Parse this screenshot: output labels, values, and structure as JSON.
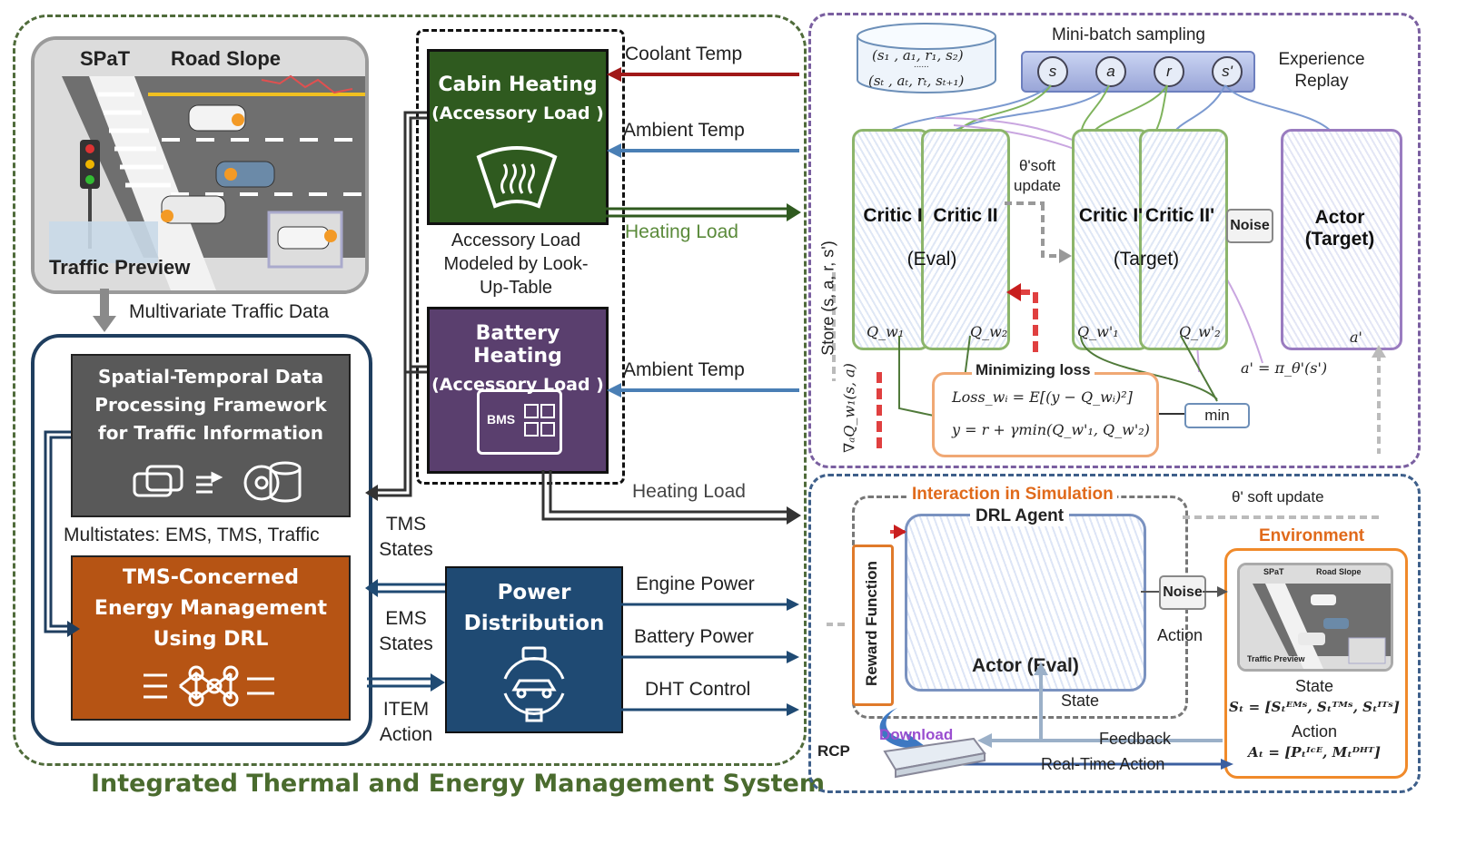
{
  "system_title": "Integrated Thermal and Energy Management System",
  "traffic_preview": {
    "spat": "SPaT",
    "road_slope": "Road Slope",
    "caption": "Traffic Preview",
    "multivariate": "Multivariate Traffic Data"
  },
  "spatial_box": {
    "title": "Spatial-Temporal Data Processing Framework for Traffic Information"
  },
  "multistates": "Multistates: EMS, TMS, Traffic",
  "tms_box": {
    "title": "TMS-Concerned Energy Management Using DRL"
  },
  "cabin_box": {
    "title": "Cabin Heating",
    "subtitle": "(Accessory Load )"
  },
  "battery_box": {
    "title": "Battery Heating",
    "subtitle": "(Accessory Load )",
    "bms": "BMS"
  },
  "accessory_note": "Accessory Load Modeled by Look-Up-Table",
  "power_box": {
    "title": "Power Distribution"
  },
  "signals": {
    "coolant_temp": "Coolant Temp",
    "ambient_temp_1": "Ambient Temp",
    "heating_load_1": "Heating Load",
    "ambient_temp_2": "Ambient Temp",
    "heating_load_2": "Heating Load",
    "tms_states": "TMS States",
    "ems_states": "EMS States",
    "item_action": "ITEM Action",
    "engine_power": "Engine Power",
    "battery_power": "Battery Power",
    "dht_control": "DHT Control"
  },
  "drl_training": {
    "mini_batch": "Mini-batch sampling",
    "experience_replay": "Experience Replay",
    "buffer_row1": "(s₁ , a₁, r₁, s₂)",
    "buffer_dots": "......",
    "buffer_row2": "(sₜ , aₜ, rₜ, sₜ₊₁)",
    "sample_s": "s",
    "sample_a": "a",
    "sample_r": "r",
    "sample_sp": "s'",
    "critic1": "Critic I",
    "critic2": "Critic II",
    "critic_eval": "(Eval)",
    "critic1t": "Critic I'",
    "critic2t": "Critic II'",
    "critic_target": "(Target)",
    "soft_update": "θ'soft update",
    "noise": "Noise",
    "actor_target": "Actor (Target)",
    "minimizing_loss": "Minimizing loss",
    "loss_eq": "Loss_wᵢ = E[(y − Q_wᵢ)²]",
    "y_eq": "y = r + γmin(Q_w'₁, Q_w'₂)",
    "min": "min",
    "actor_policy": "a' = π_θ'(s')",
    "store": "Store (s, a, r, s')",
    "grad": "∇ₐQ_w₁(s, a)",
    "q_w1": "Q_w₁",
    "q_w2": "Q_w₂",
    "q_w1p": "Q_w'₁",
    "q_w2p": "Q_w'₂",
    "a_prime": "a'"
  },
  "simulation": {
    "interaction": "Interaction in Simulation",
    "soft_update": "θ' soft update",
    "drl_agent": "DRL Agent",
    "actor_eval": "Actor (Eval)",
    "reward_function": "Reward Function",
    "noise": "Noise",
    "action": "Action",
    "state": "State",
    "environment": "Environment",
    "env_state": "State",
    "env_state_eq": "Sₜ = [Sₜᴱᴹˢ, Sₜᵀᴹˢ, Sₜᴵᵀˢ]",
    "env_action": "Action",
    "env_action_eq": "Aₜ = [Pₜᴵᶜᴱ, Mₜᴰᴴᵀ]",
    "feedback": "Feedback",
    "realtime_action": "Real-Time Action",
    "download": "Download",
    "rcp": "RCP",
    "mini_spat": "SPaT",
    "mini_slope": "Road Slope",
    "mini_preview": "Traffic Preview"
  },
  "colors": {
    "green_dark": "#2f5a1f",
    "purple_dark": "#5a3f6e",
    "gray_dark": "#555555",
    "orange_dark": "#b65414",
    "navy": "#1f4a73",
    "title_green": "#4a6b2e",
    "orange_text": "#e06a1b"
  }
}
